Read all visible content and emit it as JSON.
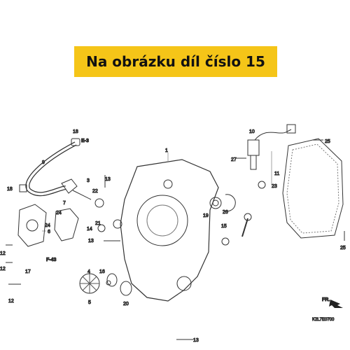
{
  "banner": {
    "text": "Na obrázku díl číslo 15"
  },
  "parts": {
    "p1": "1",
    "p3": "3",
    "p4": "4",
    "p5": "5",
    "p6": "6",
    "p7": "7",
    "p9": "9",
    "p10": "10",
    "p11": "11",
    "p12a": "12",
    "p12b": "12",
    "p12c": "12",
    "p13a": "13",
    "p13b": "13",
    "p13c": "13",
    "p14": "14",
    "p15": "15",
    "p16": "16",
    "p17": "17",
    "p18a": "18",
    "p18b": "18",
    "p19": "19",
    "p20": "20",
    "p21": "21",
    "p22": "22",
    "p23": "23",
    "p24a": "24",
    "p24b": "24",
    "p25a": "25",
    "p25b": "25",
    "p26": "26",
    "p27": "27"
  },
  "refs": {
    "e3": "E-3",
    "f43": "F-43",
    "fr": "FR."
  },
  "diagram_code": "K2L7E0700"
}
